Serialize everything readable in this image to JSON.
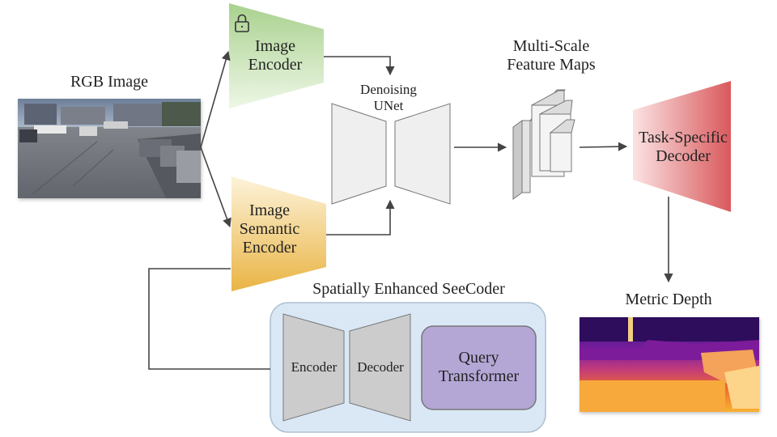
{
  "input": {
    "label": "RGB Image"
  },
  "image_encoder": {
    "line1": "Image",
    "line2": "Encoder",
    "lock_icon": "lock-icon"
  },
  "semantic_encoder": {
    "line1": "Image",
    "line2": "Semantic",
    "line3": "Encoder"
  },
  "unet": {
    "line1": "Denoising",
    "line2": "UNet"
  },
  "feature_maps": {
    "line1": "Multi-Scale",
    "line2": "Feature Maps"
  },
  "task_decoder": {
    "line1": "Task-Specific",
    "line2": "Decoder"
  },
  "output": {
    "label": "Metric Depth"
  },
  "seecoder": {
    "title": "Spatially Enhanced SeeCoder",
    "encoder": "Encoder",
    "decoder": "Decoder",
    "query_line1": "Query",
    "query_line2": "Transformer"
  },
  "colors": {
    "image_encoder": "#a9d18e",
    "semantic_encoder": "#e9b444",
    "task_decoder": "#d9595c",
    "seecoder_bg": "#dae8f6",
    "query": "#b4a7d6"
  }
}
